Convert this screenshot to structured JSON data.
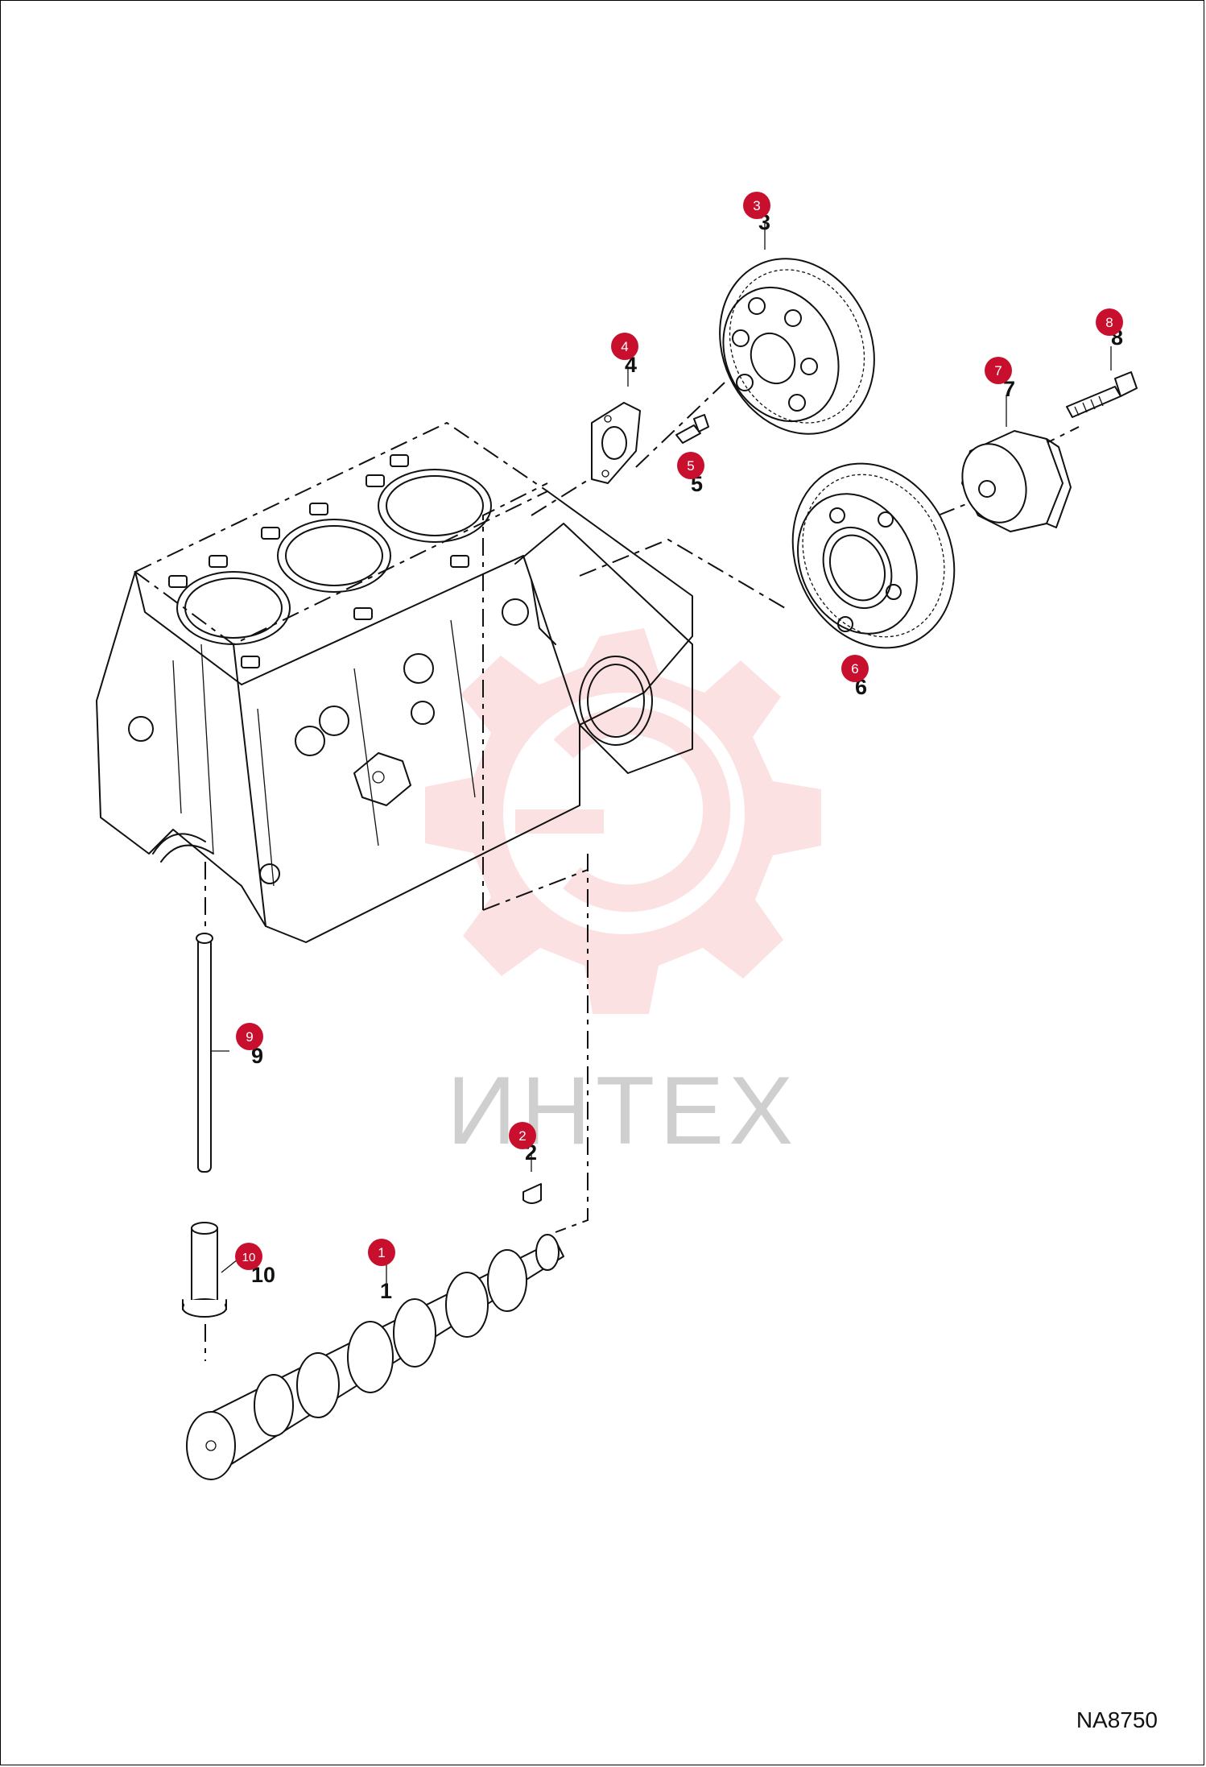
{
  "figure_code": "NA8750",
  "watermark": {
    "text": "ИНТЕХ",
    "color": "#e8242a"
  },
  "callouts": [
    {
      "number": "1",
      "label": "1",
      "part": "camshaft"
    },
    {
      "number": "2",
      "label": "2",
      "part": "key"
    },
    {
      "number": "3",
      "label": "3",
      "part": "camshaft-gear"
    },
    {
      "number": "4",
      "label": "4",
      "part": "thrust-plate"
    },
    {
      "number": "5",
      "label": "5",
      "part": "bolt"
    },
    {
      "number": "6",
      "label": "6",
      "part": "idler-gear"
    },
    {
      "number": "7",
      "label": "7",
      "part": "idler-shaft"
    },
    {
      "number": "8",
      "label": "8",
      "part": "bolt"
    },
    {
      "number": "9",
      "label": "9",
      "part": "push-rod"
    },
    {
      "number": "10",
      "label": "10",
      "part": "tappet"
    }
  ],
  "colors": {
    "badge": "#c8102e",
    "line": "#111111"
  }
}
